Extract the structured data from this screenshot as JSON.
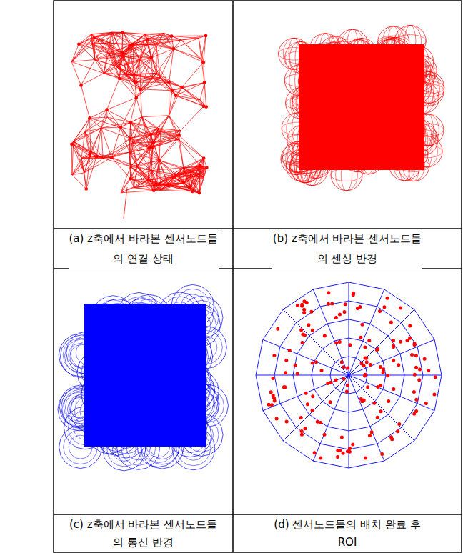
{
  "diagram": {
    "labels": [
      "(a) z축에서 바라본 센서노드들의 연결 상태",
      "(b) z축에서 바라본 센서노드들의 센싱 반경",
      "(c) z축에서 바라본 센서노드들의 통신 반경",
      "(d) 센서노드들의 배치 완료 후 ROI"
    ]
  }
}
